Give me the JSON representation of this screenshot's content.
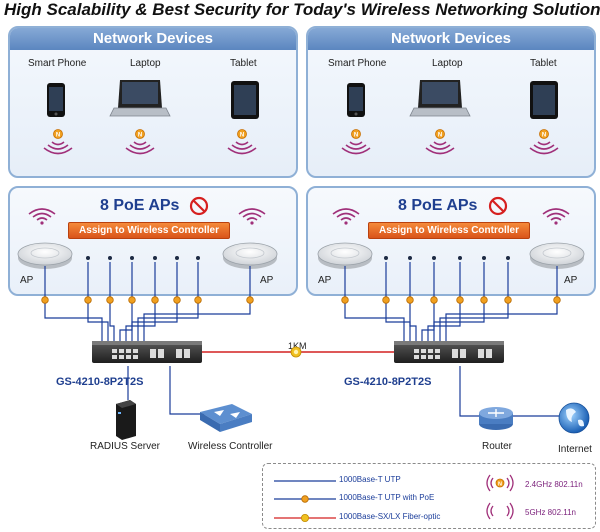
{
  "title": "High Scalability & Best Security for Today's Wireless Networking Solution",
  "left": {
    "devices_header": "Network Devices",
    "devices": [
      "Smart Phone",
      "Laptop",
      "Tablet"
    ],
    "poe_title": "8 PoE APs",
    "assign_label": "Assign to Wireless Controller",
    "ap_label": "AP",
    "switch_label": "GS-4210-8P2T2S",
    "radius_label": "RADIUS Server",
    "controller_label": "Wireless Controller"
  },
  "right": {
    "devices_header": "Network Devices",
    "devices": [
      "Smart Phone",
      "Laptop",
      "Tablet"
    ],
    "poe_title": "8 PoE APs",
    "assign_label": "Assign to Wireless Controller",
    "ap_label": "AP",
    "switch_label": "GS-4210-8P2T2S",
    "router_label": "Router",
    "internet_label": "Internet"
  },
  "link_label": "1KM",
  "legend": {
    "utp": "1000Base-T UTP",
    "utp_poe": "1000Base-T UTP with PoE",
    "fiber": "1000Base-SX/LX Fiber-optic",
    "freq_24": "2.4GHz 802.11n",
    "freq_5": "5GHz 802.11n"
  },
  "colors": {
    "panel_border": "#8fb0d6",
    "panel_head": "#5b86c0",
    "utp_line": "#1b3d9a",
    "poe_dot": "#f0a020",
    "fiber_line": "#d32020",
    "wifi_arc": "#a0307a",
    "assign_button": "#e0621f"
  }
}
